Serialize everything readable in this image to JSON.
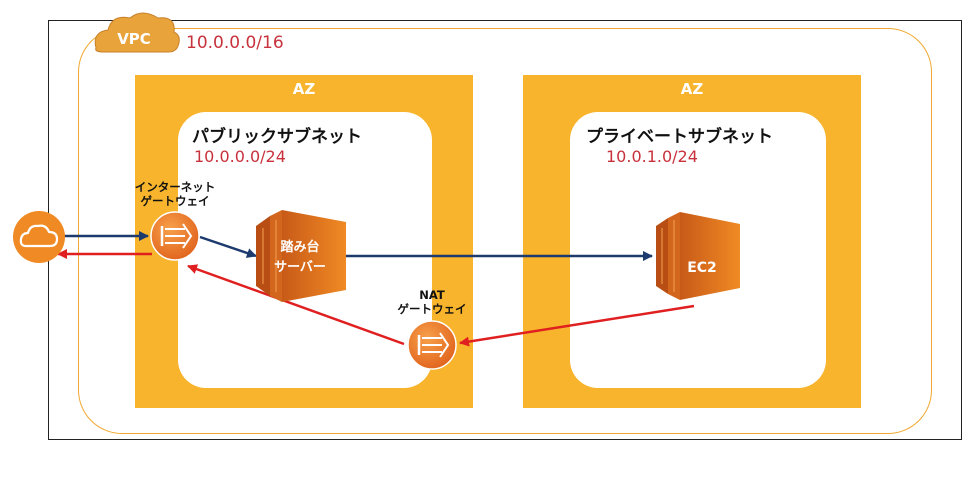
{
  "vpc": {
    "badge": "VPC",
    "cidr": "10.0.0.0/16"
  },
  "public_az": {
    "label": "AZ"
  },
  "private_az": {
    "label": "AZ"
  },
  "public_subnet": {
    "title": "パブリックサブネット",
    "cidr": "10.0.0.0/24"
  },
  "private_subnet": {
    "title": "プライベートサブネット",
    "cidr": "10.0.1.0/24"
  },
  "internet_gateway": {
    "label_line1": "インターネット",
    "label_line2": "ゲートウェイ"
  },
  "nat_gateway": {
    "label_line1": "NAT",
    "label_line2": "ゲートウェイ"
  },
  "bastion": {
    "label_line1": "踏み台",
    "label_line2": "サーバー"
  },
  "ec2": {
    "label": "EC2"
  },
  "icons": {
    "internet": "cloud-icon",
    "igw": "gateway-icon",
    "nat": "gateway-icon",
    "bastion": "ec2-instance-icon",
    "ec2": "ec2-instance-icon"
  },
  "colors": {
    "az": "#f7b42c",
    "vpc_border": "#f0a830",
    "cidr_text": "#c8323c",
    "arrow_outbound": "#1c3a6e",
    "arrow_return": "#e02020",
    "aws_orange": "#f08a24"
  }
}
